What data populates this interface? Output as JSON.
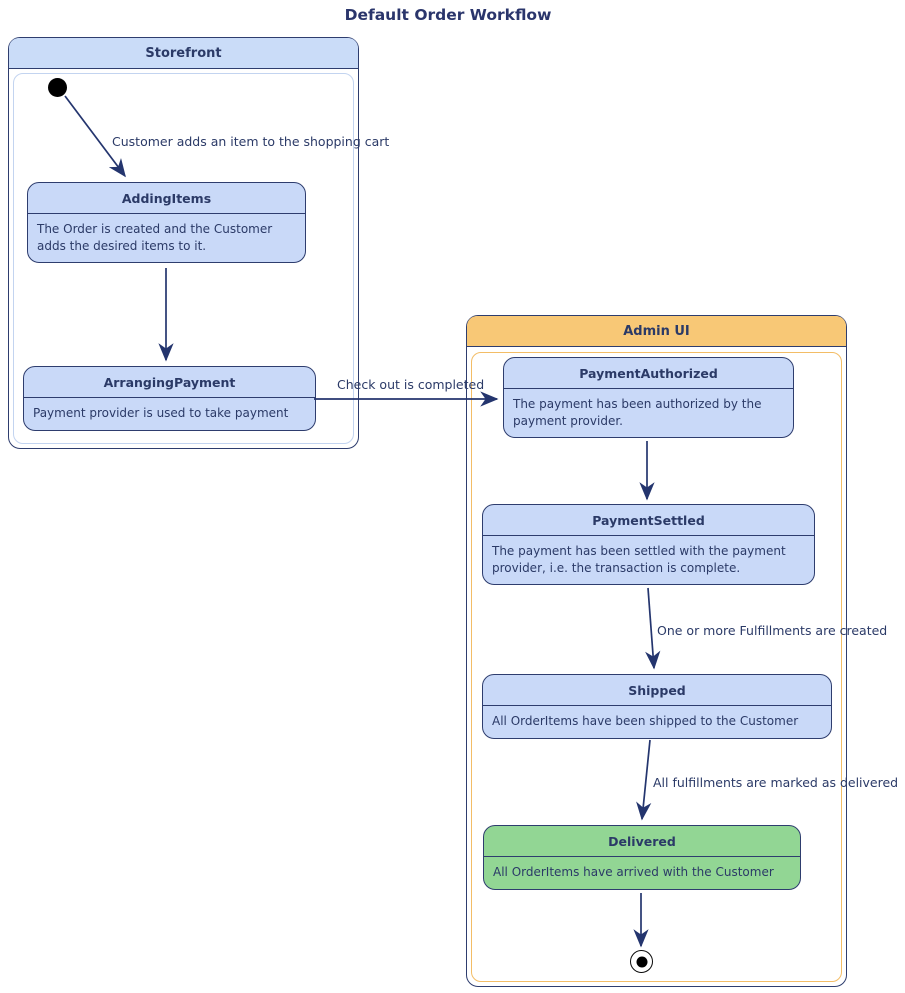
{
  "diagram_title": "Default Order Workflow",
  "containers": {
    "storefront": {
      "label": "Storefront"
    },
    "admin_ui": {
      "label": "Admin UI"
    }
  },
  "states": {
    "adding_items": {
      "name": "AddingItems",
      "description": "The Order is created and the Customer adds the desired items to it."
    },
    "arranging_payment": {
      "name": "ArrangingPayment",
      "description": "Payment provider is used to take payment"
    },
    "payment_authorized": {
      "name": "PaymentAuthorized",
      "description": "The payment has been authorized by the payment provider."
    },
    "payment_settled": {
      "name": "PaymentSettled",
      "description": "The payment has been settled with the payment provider, i.e. the transaction is complete."
    },
    "shipped": {
      "name": "Shipped",
      "description": "All OrderItems have been shipped to the Customer"
    },
    "delivered": {
      "name": "Delivered",
      "description": "All OrderItems have arrived with the Customer"
    }
  },
  "transitions": {
    "add_item": {
      "label": "Customer adds an item to the shopping cart"
    },
    "checkout": {
      "label": "Check out is completed"
    },
    "fulfillments_created": {
      "label": "One or more Fulfillments are created"
    },
    "marked_delivered": {
      "label": "All fulfillments are marked as delivered"
    }
  },
  "colors": {
    "navy": "#2e3d6e",
    "state_fill_blue": "#c9d9f8",
    "storefront_header": "#cadcf8",
    "admin_header_orange": "#f8c876",
    "delivered_green": "#92d694",
    "arrow": "#24356e"
  }
}
